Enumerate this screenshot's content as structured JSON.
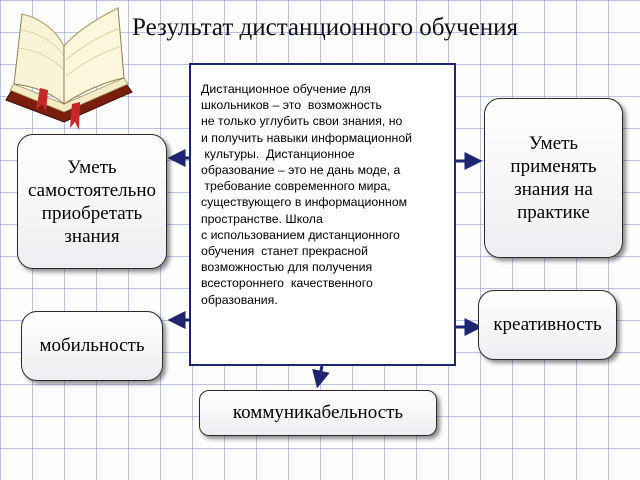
{
  "title": "Результат дистанционного  обучения",
  "center_text_lines": [
    "Дистанционное обучение для",
    "школьников – это  возможность",
    "не только углубить свои знания, но",
    "и получить навыки информационной",
    " культуры.  Дистанционное",
    "образование – это не дань моде, а",
    " требование современного мира,",
    "существующего в информационном",
    "пространстве. Школа",
    "с использованием дистанционного",
    "обучения  станет прекрасной",
    "возможностью для получения",
    "всестороннего  качественного",
    "образования."
  ],
  "boxes": {
    "self_learning": [
      "Уметь",
      "самостоятельно",
      "приобретать",
      "знания"
    ],
    "apply_knowledge": [
      "Уметь",
      "применять",
      "знания на",
      "практике"
    ],
    "mobility": "мобильность",
    "creativity": "креативность",
    "communication": "коммуникабельность"
  },
  "colors": {
    "arrow": "#1f2570",
    "grid": "#8296d7",
    "box_border": "#2a2a2a"
  },
  "icons": [
    "open-book-icon"
  ]
}
